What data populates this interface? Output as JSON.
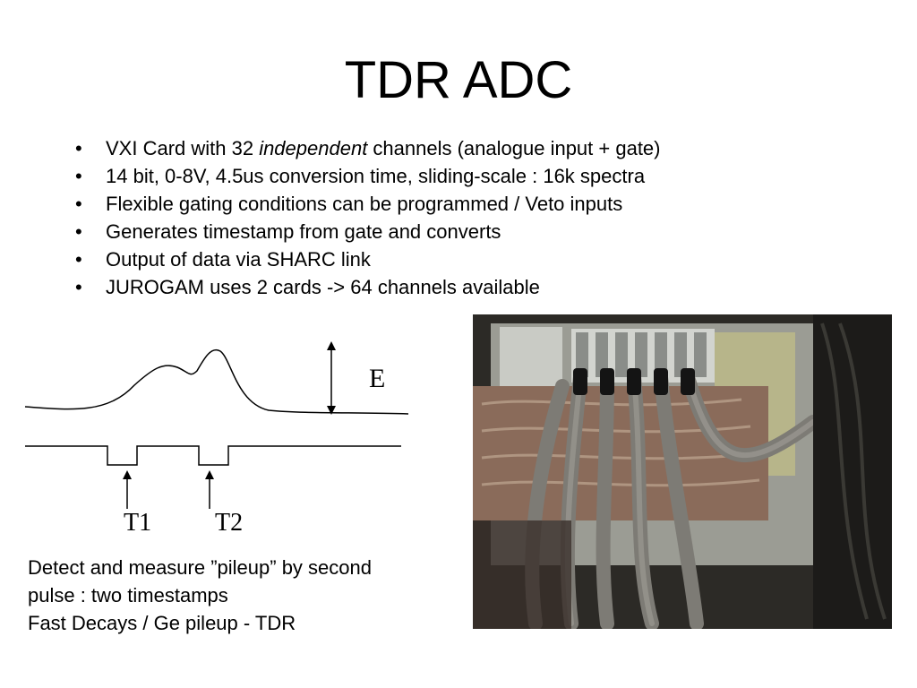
{
  "slide": {
    "title": "TDR ADC",
    "bullets": [
      {
        "before": "VXI Card with 32 ",
        "em": "independent",
        "after": " channels (analogue input + gate)"
      },
      {
        "text": "14 bit, 0-8V, 4.5us conversion time, sliding-scale : 16k spectra"
      },
      {
        "text": "Flexible gating conditions can be programmed / Veto inputs"
      },
      {
        "text": "Generates timestamp from gate and converts"
      },
      {
        "text": "Output of data via SHARC link"
      },
      {
        "text": "JUROGAM uses 2 cards -> 64 channels available"
      }
    ],
    "bullet_symbol": "•",
    "diagram": {
      "energy_label": "E",
      "t1_label": "T1",
      "t2_label": "T2"
    },
    "caption": [
      "Detect and measure ”pileup” by second",
      "pulse : two timestamps",
      "Fast Decays / Ge pileup - TDR"
    ]
  }
}
